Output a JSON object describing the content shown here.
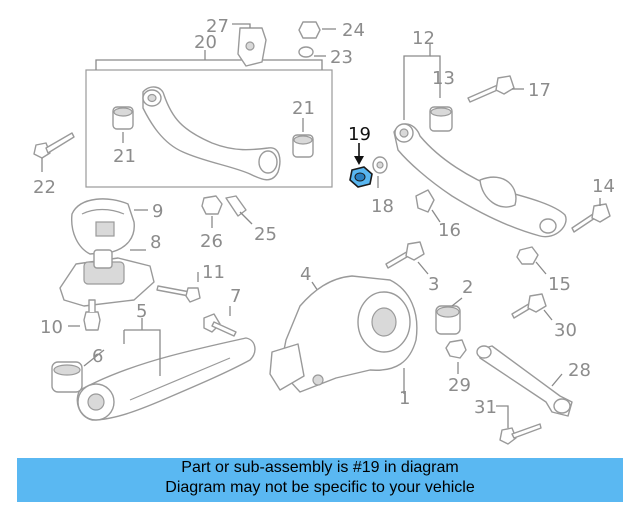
{
  "diagram": {
    "callouts": {
      "c1": "1",
      "c2": "2",
      "c3": "3",
      "c4": "4",
      "c5": "5",
      "c6": "6",
      "c7": "7",
      "c8": "8",
      "c9": "9",
      "c10": "10",
      "c11": "11",
      "c12": "12",
      "c13": "13",
      "c14": "14",
      "c15": "15",
      "c16": "16",
      "c17": "17",
      "c18": "18",
      "c19": "19",
      "c20": "20",
      "c21a": "21",
      "c21b": "21",
      "c22": "22",
      "c23": "23",
      "c24": "24",
      "c25": "25",
      "c26": "26",
      "c27": "27",
      "c28": "28",
      "c29": "29",
      "c30": "30",
      "c31": "31"
    },
    "highlight_color": "#58b6f0"
  },
  "banner": {
    "line1": "Part or sub-assembly is #19 in diagram",
    "line2": "Diagram may not be specific to your vehicle",
    "background": "#5ab8f2"
  }
}
